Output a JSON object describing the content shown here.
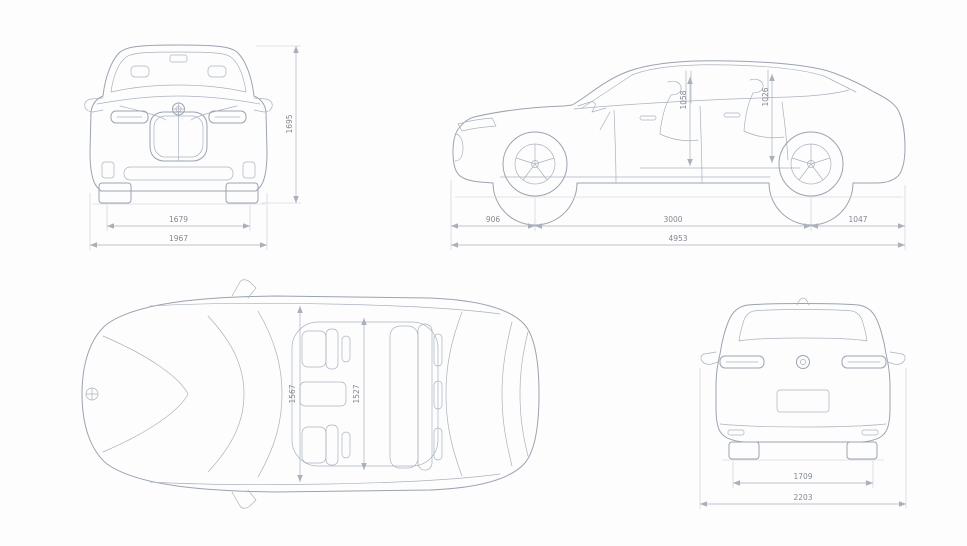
{
  "dims": {
    "front": {
      "track": "1679",
      "overall_width": "1967",
      "height": "1695"
    },
    "side": {
      "front_overhang": "906",
      "wheelbase": "3000",
      "rear_overhang": "1047",
      "overall_length": "4953",
      "front_headroom": "1058",
      "rear_headroom": "1026"
    },
    "top": {
      "front_interior_width": "1567",
      "rear_interior_width": "1527"
    },
    "rear": {
      "track": "1709",
      "overall_width_incl_mirrors": "2203"
    }
  },
  "colors": {
    "background": "#fdfdfe",
    "car_line": "#9aa3b0",
    "dimension_line": "#a9b0ba",
    "dimension_text": "#808893"
  }
}
